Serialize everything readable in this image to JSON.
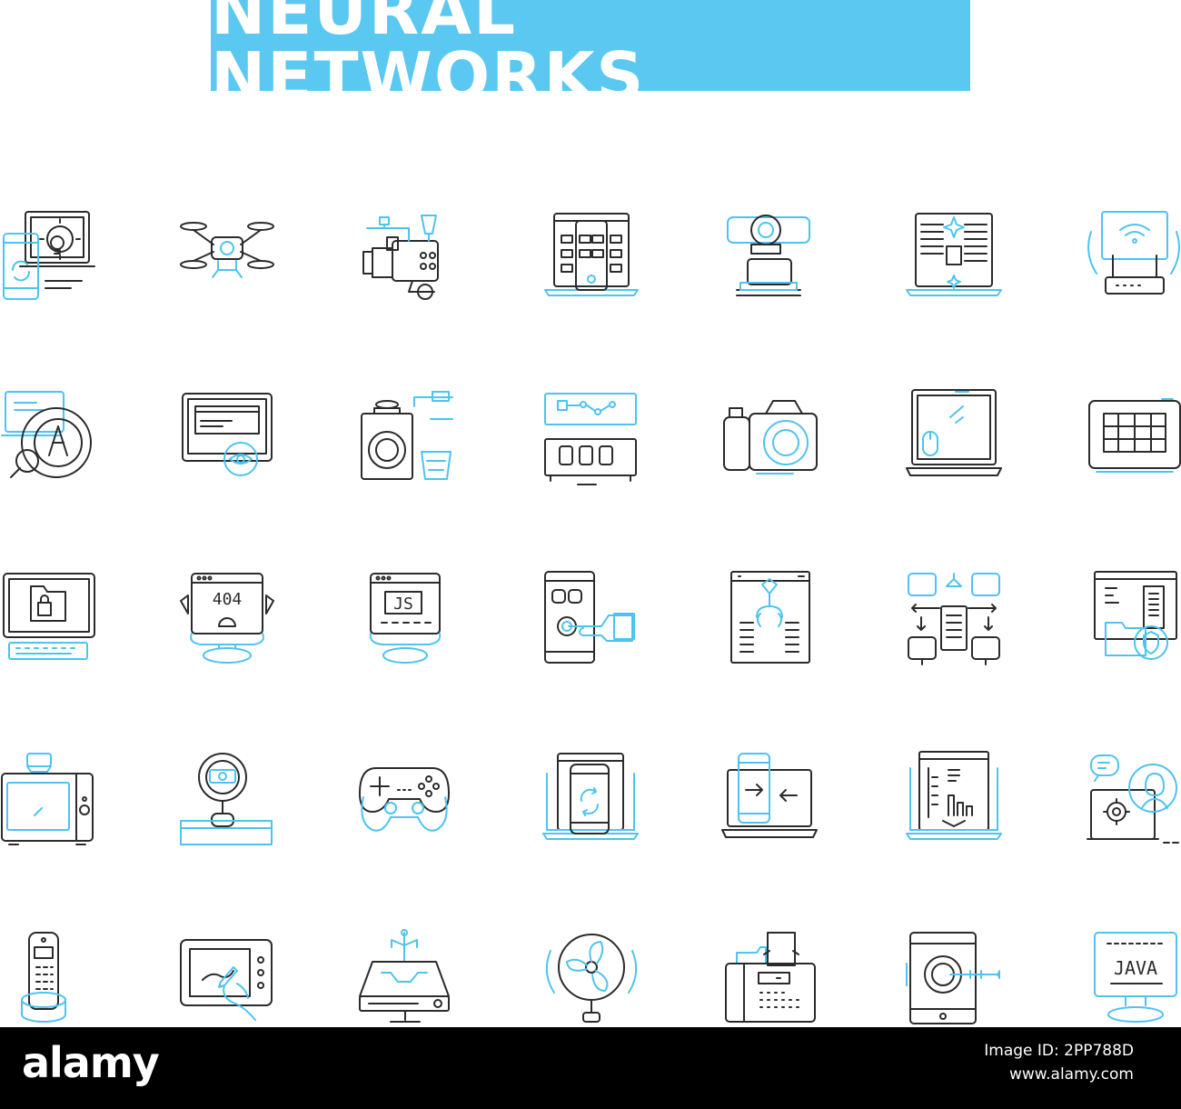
{
  "title": "NEURAL NETWORKS",
  "colors": {
    "accent": "#5BC8F2",
    "line_dark": "#2b2b2b",
    "line_blue": "#4ec3f0",
    "footer": "#000000"
  },
  "icons": [
    "laptop-phone-idea-icon",
    "drone-icon",
    "video-camera-icon",
    "laptop-app-grid-icon",
    "webcam-icon",
    "laptop-document-icon",
    "wifi-router-icon",
    "laptop-bug-search-icon",
    "monitor-eye-icon",
    "speaker-icon",
    "circuit-memory-icon",
    "photo-camera-icon",
    "laptop-mouse-icon",
    "tablet-grid-icon",
    "monitor-lock-folder-icon",
    "monitor-404-icon",
    "monitor-js-icon",
    "phone-touch-icon",
    "robot-claw-browser-icon",
    "network-flow-icon",
    "browser-folder-shield-icon",
    "microwave-icon",
    "webcam-stand-icon",
    "gamepad-icon",
    "laptop-phone-sync-icon",
    "laptop-phone-transfer-icon",
    "laptop-chart-icon",
    "laptop-support-agent-icon",
    "cordless-phone-icon",
    "drawing-tablet-icon",
    "network-hub-icon",
    "desk-fan-icon",
    "fax-machine-icon",
    "phone-key-icon",
    "monitor-java-icon"
  ],
  "icon_text": {
    "e404": "404",
    "js": "JS",
    "java": "JAVA"
  },
  "footer": {
    "brand": "alamy",
    "image_id": "Image ID: 2PP788D",
    "site": "www.alamy.com"
  }
}
